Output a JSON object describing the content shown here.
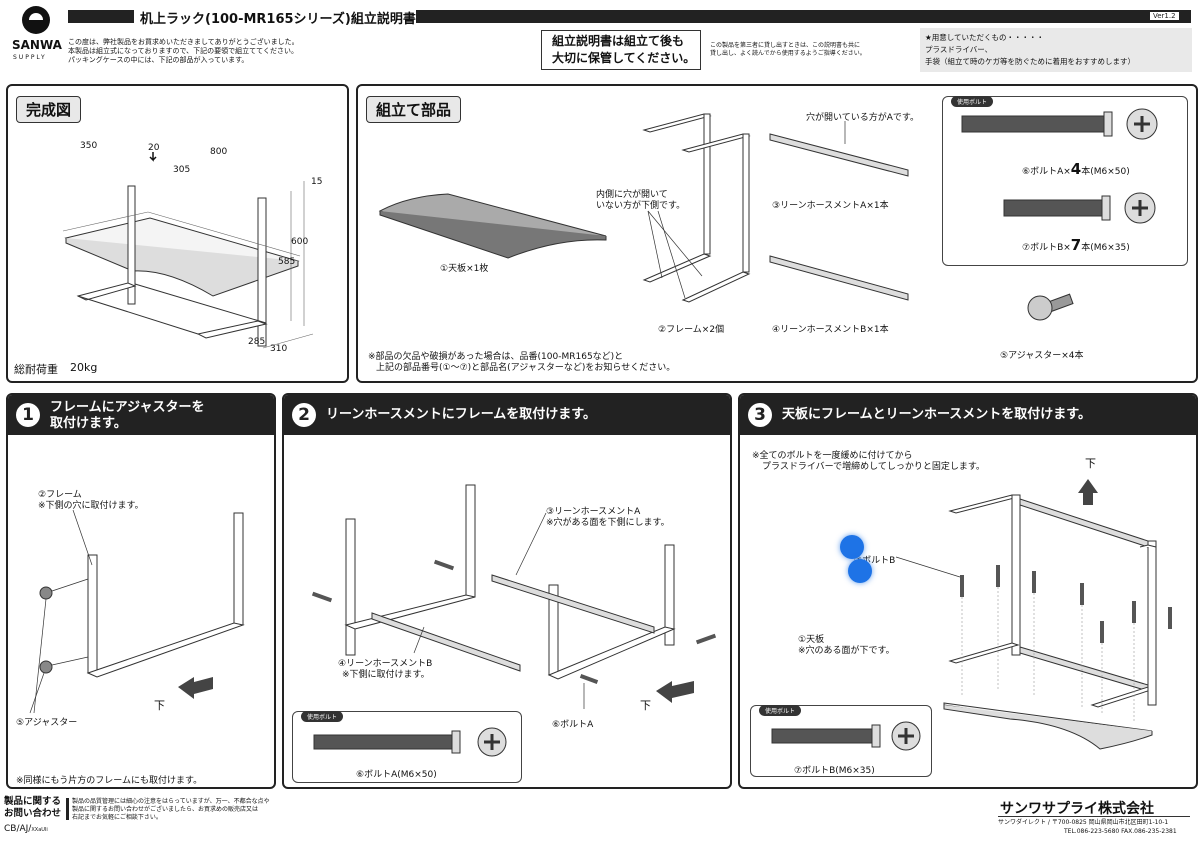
{
  "header": {
    "brand_top": "SANWA",
    "brand_bottom": "SUPPLY",
    "title": "机上ラック(100-MR165シリーズ)組立説明書",
    "version": "Ver1.2",
    "intro_lines": [
      "この度は、弊社製品をお買求めいただきましてありがとうございました。",
      "本製品は組立式になっておりますので、下記の要領で組立ててください。",
      "パッキングケースの中には、下記の部品が入っています。"
    ],
    "keep_notice_lines": [
      "組立説明書は組立て後も",
      "大切に保管してください。"
    ],
    "third_party_lines": [
      "この製品を第三者に貸し出すときは、この説明書も共に",
      "貸し出し、よく読んでから使用するようご指導ください。"
    ],
    "prepare_lines": [
      "★用意していただくもの・・・・・",
      "プラスドライバー、",
      "手袋（組立て時のケガ等を防ぐために着用をおすすめします）"
    ]
  },
  "complete": {
    "tag": "完成図",
    "dims": [
      "350",
      "800",
      "20",
      "305",
      "15",
      "600",
      "585",
      "285",
      "310"
    ],
    "load_label": "総耐荷重",
    "load_value": "20kg"
  },
  "parts": {
    "tag": "組立て部品",
    "top_board": "①天板×1枚",
    "frame_note_lines": [
      "内側に穴が開いて",
      "いない方が下側です。"
    ],
    "frame": "②フレーム×2個",
    "hole_note": "穴が開いている方がAです。",
    "brace_a": "③リーンホースメントA×1本",
    "brace_b": "④リーンホースメントB×1本",
    "bolt_box_header": "使用ボルト",
    "bolt_a_prefix": "⑥ボルトA×",
    "bolt_a_count": "4",
    "bolt_a_suffix": "本(M6×50)",
    "bolt_b_prefix": "⑦ボルトB×",
    "bolt_b_count": "7",
    "bolt_b_suffix": "本(M6×35)",
    "adjuster": "⑤アジャスター×4本",
    "missing_note_lines": [
      "※部品の欠品や破損があった場合は、品番(100-MR165など)と",
      "上記の部品番号(①〜⑦)と部品名(アジャスターなど)をお知らせください。"
    ]
  },
  "step1": {
    "num": "1",
    "title_lines": [
      "フレームにアジャスターを",
      "取付けます。"
    ],
    "frame_label_lines": [
      "②フレーム",
      "※下側の穴に取付けます。"
    ],
    "adjuster_label": "⑤アジャスター",
    "down_label": "下",
    "footer": "※同様にもう片方のフレームにも取付けます。"
  },
  "step2": {
    "num": "2",
    "title": "リーンホースメントにフレームを取付けます。",
    "brace_a_lines": [
      "③リーンホースメントA",
      "※穴がある面を下側にします。"
    ],
    "brace_b_lines": [
      "④リーンホースメントB",
      "※下側に取付けます。"
    ],
    "bolt_label": "⑥ボルトA",
    "down_label": "下",
    "box_header": "使用ボルト",
    "box_caption": "⑥ボルトA(M6×50)"
  },
  "step3": {
    "num": "3",
    "title": "天板にフレームとリーンホースメントを取付けます。",
    "note_lines": [
      "※全てのボルトを一度緩めに付けてから",
      "プラスドライバーで増締めしてしっかりと固定します。"
    ],
    "down_label": "下",
    "bolt_label": "⑦ボルトB",
    "board_label_lines": [
      "①天板",
      "※穴のある面が下です。"
    ],
    "box_header": "使用ボルト",
    "box_caption": "⑦ボルトB(M6×35)"
  },
  "footer": {
    "contact_lines": [
      "製品に関する",
      "お問い合わせ"
    ],
    "code": "CB/AJ/",
    "code_suffix": "XXaUIi",
    "notice_lines": [
      "製品の品質管理には細心の注意をはらっていますが、万一、不都合な点や",
      "製品に関するお問い合わせがございましたら、お買求めの販売店又は",
      "右記までお気軽にご相談下さい。"
    ],
    "company": "サンワサプライ株式会社",
    "address": "サンワダイレクト / 〒700-0825 岡山県岡山市北区田町1-10-1",
    "tel": "TEL.086-223-5680 FAX.086-235-2381"
  }
}
